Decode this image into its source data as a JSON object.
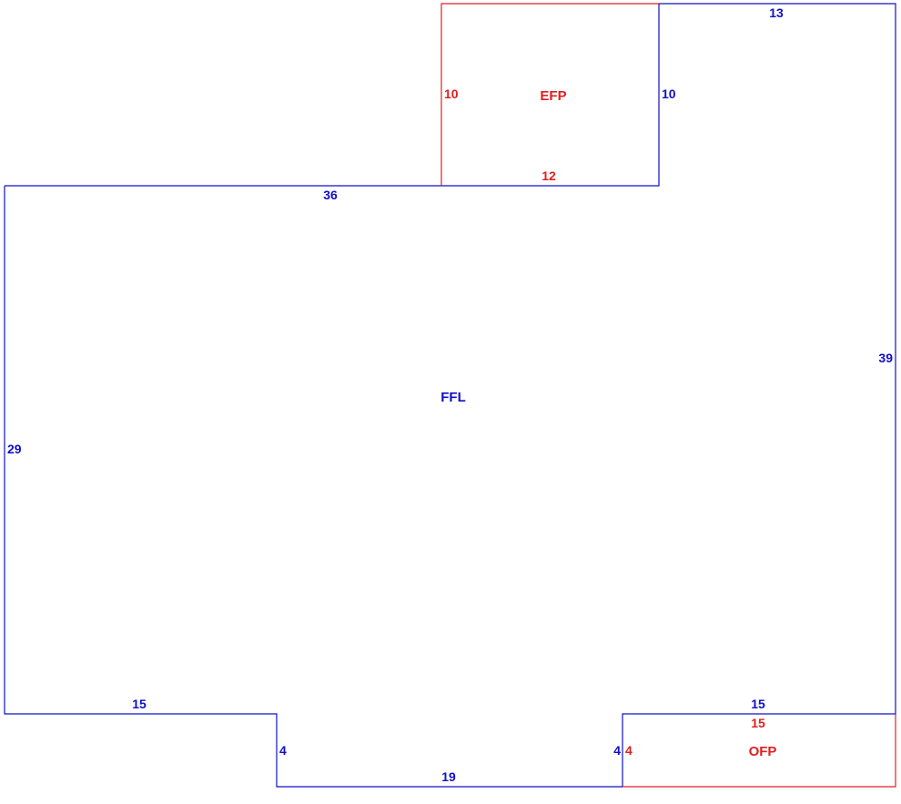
{
  "colors": {
    "main_outline": "#1010c8",
    "attached_outline": "#e02020",
    "background": "#ffffff"
  },
  "areas": {
    "main": "FFL",
    "front_porch": "EFP",
    "rear_porch": "OFP"
  },
  "dimensions": {
    "main": {
      "top_left": "36",
      "top_right": "13",
      "notch_right": "10",
      "right": "39",
      "left": "29",
      "bottom_left": "15",
      "step_left": "4",
      "bottom_middle": "19",
      "step_right": "4",
      "bottom_right": "15"
    },
    "front_porch": {
      "left": "10",
      "bottom": "12"
    },
    "rear_porch": {
      "left": "4",
      "top": "15"
    }
  }
}
